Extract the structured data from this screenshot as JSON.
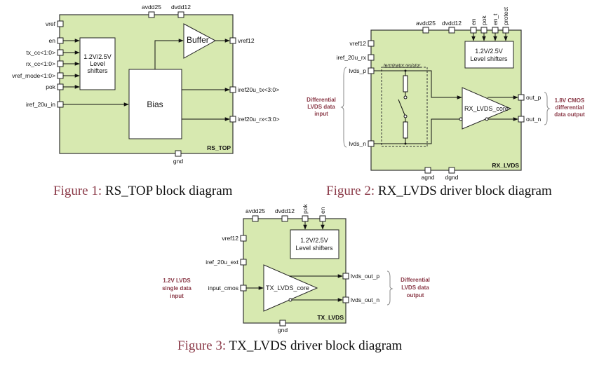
{
  "colors": {
    "module_fill": "#d7e9b0",
    "caption_accent": "#8b3a48",
    "note_text": "#8b3a48"
  },
  "fig1": {
    "module_name": "RS_TOP",
    "top_pins": [
      "avdd25",
      "dvdd12"
    ],
    "left_pins": [
      "vref",
      "en",
      "tx_cc<1:0>",
      "rx_cc<1:0>",
      "vref_mode<1:0>",
      "pok",
      "iref_20u_in"
    ],
    "right_pins": [
      "vref12",
      "iref20u_tx<3:0>",
      "iref20u_rx<3:0>"
    ],
    "bottom_pins": [
      "gnd"
    ],
    "level_shifter": [
      "1.2V/2.5V",
      "Level",
      "shifters"
    ],
    "buffer": "Buffer",
    "bias": "Bias",
    "caption_label": "Figure 1:",
    "caption_text": " RS_TOP block diagram"
  },
  "fig2": {
    "module_name": "RX_LVDS",
    "top_pins": [
      "avdd25",
      "dvdd12",
      "en",
      "pok",
      "en_t",
      "protect"
    ],
    "left_pins": [
      "vref12",
      "iref_20u_rx",
      "lvds_p",
      "lvds_n"
    ],
    "right_pins": [
      "out_p",
      "out_n"
    ],
    "bottom_pins": [
      "agnd",
      "dgnd"
    ],
    "level_shifter": [
      "1.2V/2.5V",
      "Level shifters"
    ],
    "core": "RX_LVDS_core",
    "terminator": "terminator resistor",
    "input_note": [
      "Differential",
      "LVDS data",
      "input"
    ],
    "output_note": [
      "1.8V CMOS",
      "differential",
      "data output"
    ],
    "caption_label": "Figure 2:",
    "caption_text": " RX_LVDS driver block diagram"
  },
  "fig3": {
    "module_name": "TX_LVDS",
    "top_pins": [
      "avdd25",
      "dvdd12",
      "pok",
      "en"
    ],
    "left_pins": [
      "vref12",
      "iref_20u_ext",
      "input_cmos"
    ],
    "right_pins": [
      "lvds_out_p",
      "lvds_out_n"
    ],
    "bottom_pins": [
      "gnd"
    ],
    "level_shifter": [
      "1.2V/2.5V",
      "Level shifters"
    ],
    "core": "TX_LVDS_core",
    "input_note": [
      "1.2V LVDS",
      "single data",
      "input"
    ],
    "output_note": [
      "Differential",
      "LVDS data",
      "output"
    ],
    "caption_label": "Figure 3:",
    "caption_text": " TX_LVDS driver block diagram"
  }
}
